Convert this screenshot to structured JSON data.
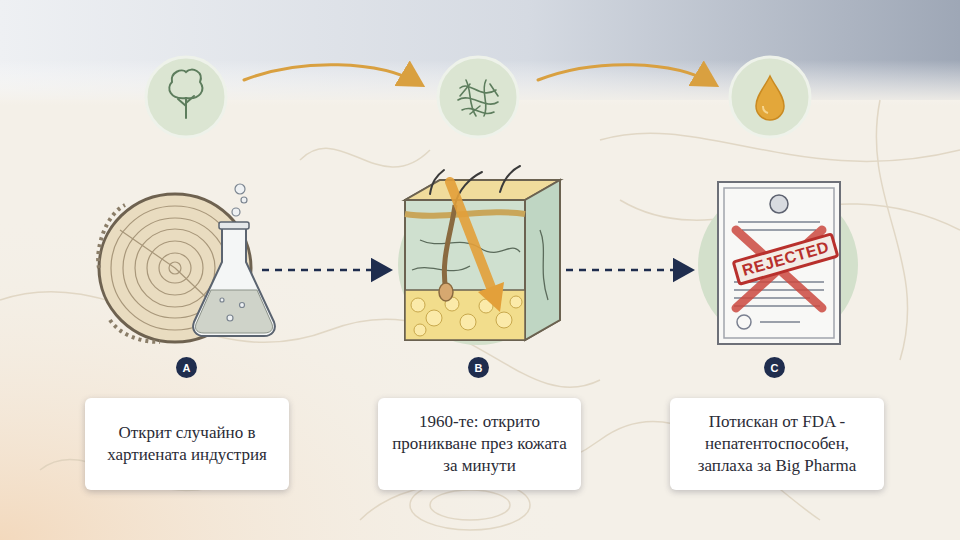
{
  "diagram": {
    "nodes": [
      {
        "text": [
          "A"
        ]
      },
      {
        "text": [
          "Открит случайно в хартиената индустрия"
        ]
      },
      {
        "text": [
          "B"
        ]
      },
      {
        "text": [
          "1960-те: открито проникване през кожата за минути"
        ]
      },
      {
        "text": [
          "C"
        ]
      },
      {
        "text": [
          "Потискан от FDA - непатентоспособен, заплаха за Big Pharma"
        ]
      }
    ],
    "labels": [
      "REJECTED"
    ]
  }
}
